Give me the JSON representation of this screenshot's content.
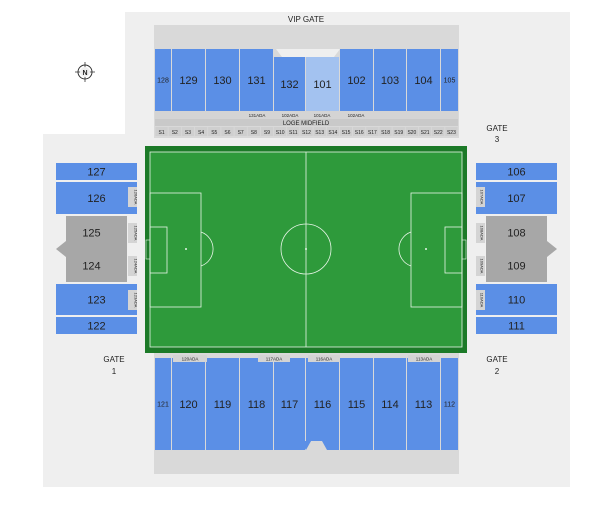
{
  "gates": {
    "vip": "VIP GATE",
    "gate3": [
      "GATE",
      "3"
    ],
    "gate1": [
      "GATE",
      "1"
    ],
    "gate2": [
      "GATE",
      "2"
    ]
  },
  "compass": "N",
  "north_stand": {
    "sections": [
      "128",
      "129",
      "130",
      "131",
      "132",
      "101",
      "102",
      "103",
      "104",
      "105"
    ],
    "ada_labels": [
      "131ADA",
      "102ADA",
      "101ADA",
      "102ADA"
    ],
    "loge": "LOGE MIDFIELD",
    "suites": [
      "S1",
      "S2",
      "S3",
      "S4",
      "S5",
      "S6",
      "S7",
      "S8",
      "S9",
      "S10",
      "S11",
      "S12",
      "S13",
      "S14",
      "S15",
      "S16",
      "S17",
      "S18",
      "S19",
      "S20",
      "S21",
      "S22",
      "S23"
    ]
  },
  "west_stand": {
    "sections": [
      "127",
      "126",
      "125",
      "124",
      "123",
      "122"
    ],
    "ada_labels": [
      "126ADA",
      "125ADA",
      "124ADA",
      "123ADA"
    ]
  },
  "east_stand": {
    "sections": [
      "106",
      "107",
      "108",
      "109",
      "110",
      "111"
    ],
    "ada_labels": [
      "107ADA",
      "108ADA",
      "109ADA",
      "110ADA"
    ]
  },
  "south_stand": {
    "sections": [
      "121",
      "120",
      "119",
      "118",
      "117",
      "116",
      "115",
      "114",
      "113",
      "112"
    ],
    "ada_labels": [
      "120ADA",
      "117ADA",
      "116ADA",
      "113ADA"
    ]
  },
  "colors": {
    "section_blue": "#5b8fe6",
    "section_highlight": "#a3c2f0",
    "section_grey": "#a7a7a7",
    "concourse": "#efefef",
    "pitch": "#2e9a3b",
    "pitch_border": "#1c7a28",
    "ada_strip": "#d4d4d4"
  }
}
